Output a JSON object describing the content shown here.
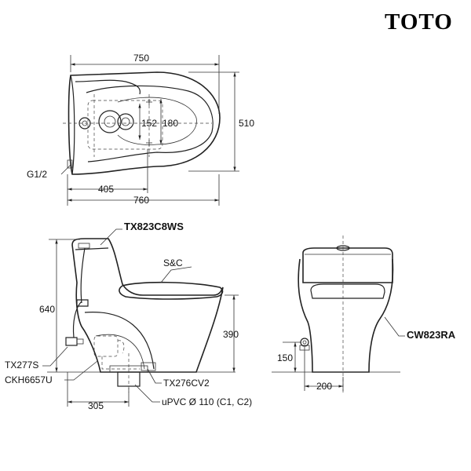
{
  "brand": {
    "logo": "TOTO"
  },
  "top_view": {
    "dims": {
      "overall_width": "750",
      "depth": "510",
      "bolt_152": "152",
      "bolt_180": "180",
      "supply_offset": "405",
      "overall_width_base": "760"
    },
    "supply_label": "G1/2"
  },
  "side_view": {
    "parts": {
      "tank": "TX823C8WS",
      "seat": "S&C",
      "valve": "TX277S",
      "connector": "CKH6657U",
      "flange": "TX276CV2"
    },
    "dims": {
      "height": "640",
      "seat_height": "390",
      "rough_in": "305"
    },
    "drain_label": "uPVC Ø 110 (C1, C2)"
  },
  "front_view": {
    "model": "CW823RA",
    "dims": {
      "supply_height": "150",
      "supply_offset": "200"
    }
  }
}
